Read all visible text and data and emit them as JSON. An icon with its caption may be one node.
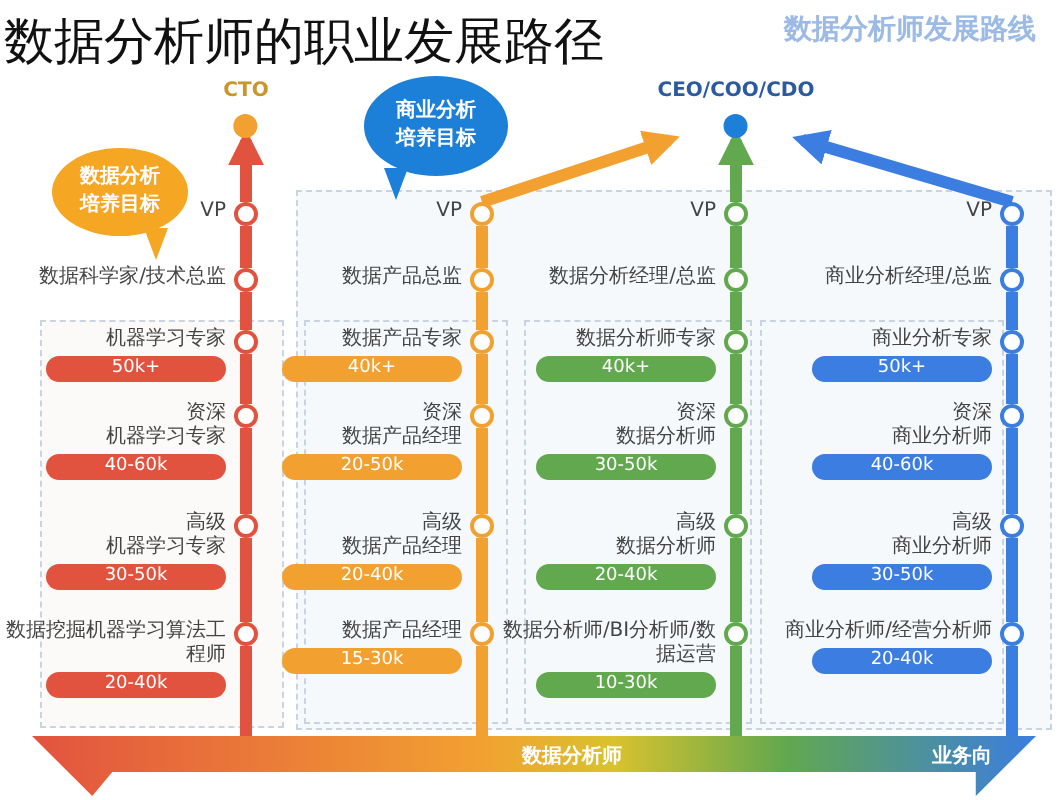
{
  "diagram": {
    "title": "数据分析师的职业发展路径",
    "nodes": [
      {
        "text": [
          "CTO"
        ]
      },
      {
        "text": [
          "商业分析培养目标"
        ]
      },
      {
        "text": [
          "CEO/COO/CDO"
        ]
      },
      {
        "text": [
          "数据分析培养目标"
        ]
      },
      {
        "text": [],
        "shape": "circle",
        "beside": [
          "VP"
        ]
      },
      {
        "text": [],
        "shape": "circle",
        "beside": [
          "数据科学家/技术总监"
        ]
      },
      {
        "text": [],
        "shape": "circle",
        "beside": [
          "机器学习专家"
        ]
      },
      {
        "text": [
          "50k+"
        ]
      },
      {
        "text": [],
        "shape": "circle",
        "beside": [
          "资深",
          "机器学习专家"
        ]
      },
      {
        "text": [
          "40-60k"
        ]
      },
      {
        "text": [],
        "shape": "circle",
        "beside": [
          "高级",
          "机器学习专家"
        ]
      },
      {
        "text": [
          "30-50k"
        ]
      },
      {
        "text": [],
        "shape": "circle",
        "beside": [
          "数据挖掘机器学习算法工程师"
        ]
      },
      {
        "text": [
          "20-40k"
        ]
      },
      {
        "text": [],
        "shape": "circle",
        "beside": [
          "VP"
        ]
      },
      {
        "text": [],
        "shape": "circle",
        "beside": [
          "数据产品总监"
        ]
      },
      {
        "text": [],
        "shape": "circle",
        "beside": [
          "数据产品专家"
        ]
      },
      {
        "text": [
          "40k+"
        ]
      },
      {
        "text": [],
        "shape": "circle",
        "beside": [
          "资深",
          "数据产品经理"
        ]
      },
      {
        "text": [
          "20-50k"
        ]
      },
      {
        "text": [],
        "shape": "circle",
        "beside": [
          "高级",
          "数据产品经理"
        ]
      },
      {
        "text": [
          "20-40k"
        ]
      },
      {
        "text": [],
        "shape": "circle",
        "beside": [
          "数据产品经理"
        ]
      },
      {
        "text": [
          "15-30k"
        ]
      },
      {
        "text": [],
        "shape": "circle",
        "beside": [
          "VP"
        ]
      },
      {
        "text": [],
        "shape": "circle",
        "beside": [
          "数据分析经理/总监"
        ]
      },
      {
        "text": [],
        "shape": "circle",
        "beside": [
          "数据分析师专家"
        ]
      },
      {
        "text": [
          "40k+"
        ]
      },
      {
        "text": [],
        "shape": "circle",
        "beside": [
          "资深",
          "数据分析师"
        ]
      },
      {
        "text": [
          "30-50k"
        ]
      },
      {
        "text": [],
        "shape": "circle",
        "beside": [
          "高级",
          "数据分析师"
        ]
      },
      {
        "text": [
          "20-40k"
        ]
      },
      {
        "text": [],
        "shape": "circle",
        "beside": [
          "数据分析师/BI分析师/数据运营"
        ]
      },
      {
        "text": [
          "10-30k"
        ]
      },
      {
        "text": [],
        "shape": "circle",
        "beside": [
          "VP"
        ]
      },
      {
        "text": [],
        "shape": "circle",
        "beside": [
          "商业分析经理/总监"
        ]
      },
      {
        "text": [],
        "shape": "circle",
        "beside": [
          "商业分析专家"
        ]
      },
      {
        "text": [
          "50k+"
        ]
      },
      {
        "text": [],
        "shape": "circle",
        "beside": [
          "资深",
          "商业分析师"
        ]
      },
      {
        "text": [
          "40-60k"
        ]
      },
      {
        "text": [],
        "shape": "circle",
        "beside": [
          "高级",
          "商业分析师"
        ]
      },
      {
        "text": [
          "30-50k"
        ]
      },
      {
        "text": [],
        "shape": "circle",
        "beside": [
          "商业分析师/经营分析师"
        ]
      },
      {
        "text": [
          "20-40k"
        ]
      },
      {
        "text": [
          "数据分析师",
          "业务向"
        ]
      }
    ],
    "edges": [
      {
        "from": 12,
        "to": 10,
        "arrow": "none",
        "color": "#e2533f"
      },
      {
        "from": 10,
        "to": 8,
        "arrow": "none",
        "color": "#e2533f"
      },
      {
        "from": 8,
        "to": 6,
        "arrow": "none",
        "color": "#e2533f"
      },
      {
        "from": 6,
        "to": 5,
        "arrow": "none",
        "color": "#e2533f"
      },
      {
        "from": 5,
        "to": 4,
        "arrow": "none",
        "color": "#e2533f"
      },
      {
        "from": 4,
        "to": 0,
        "arrow": "to",
        "color": "#e2533f"
      },
      {
        "from": 22,
        "to": 20,
        "arrow": "none",
        "color": "#f2a131"
      },
      {
        "from": 20,
        "to": 18,
        "arrow": "none",
        "color": "#f2a131"
      },
      {
        "from": 18,
        "to": 16,
        "arrow": "none",
        "color": "#f2a131"
      },
      {
        "from": 16,
        "to": 15,
        "arrow": "none",
        "color": "#f2a131"
      },
      {
        "from": 15,
        "to": 14,
        "arrow": "none",
        "color": "#f2a131"
      },
      {
        "from": 14,
        "to": 2,
        "arrow": "to",
        "color": "#f2a131"
      },
      {
        "from": 32,
        "to": 30,
        "arrow": "none",
        "color": "#62a84e"
      },
      {
        "from": 30,
        "to": 28,
        "arrow": "none",
        "color": "#62a84e"
      },
      {
        "from": 28,
        "to": 26,
        "arrow": "none",
        "color": "#62a84e"
      },
      {
        "from": 26,
        "to": 25,
        "arrow": "none",
        "color": "#62a84e"
      },
      {
        "from": 25,
        "to": 24,
        "arrow": "none",
        "color": "#62a84e"
      },
      {
        "from": 24,
        "to": 2,
        "arrow": "to",
        "color": "#62a84e"
      },
      {
        "from": 42,
        "to": 40,
        "arrow": "none",
        "color": "#3b7de0"
      },
      {
        "from": 40,
        "to": 38,
        "arrow": "none",
        "color": "#3b7de0"
      },
      {
        "from": 38,
        "to": 36,
        "arrow": "none",
        "color": "#3b7de0"
      },
      {
        "from": 36,
        "to": 35,
        "arrow": "none",
        "color": "#3b7de0"
      },
      {
        "from": 35,
        "to": 34,
        "arrow": "none",
        "color": "#3b7de0"
      },
      {
        "from": 34,
        "to": 2,
        "arrow": "to",
        "color": "#3b7de0"
      },
      {
        "from": 44,
        "to": 12,
        "arrow": "none",
        "color": "#e2533f"
      },
      {
        "from": 44,
        "to": 22,
        "arrow": "none",
        "color": "#f2a131"
      },
      {
        "from": 44,
        "to": 32,
        "arrow": "none",
        "color": "#62a84e"
      },
      {
        "from": 44,
        "to": 42,
        "arrow": "none",
        "color": "#3b7de0"
      }
    ],
    "labels": [
      "数据分析师发展路线"
    ]
  }
}
